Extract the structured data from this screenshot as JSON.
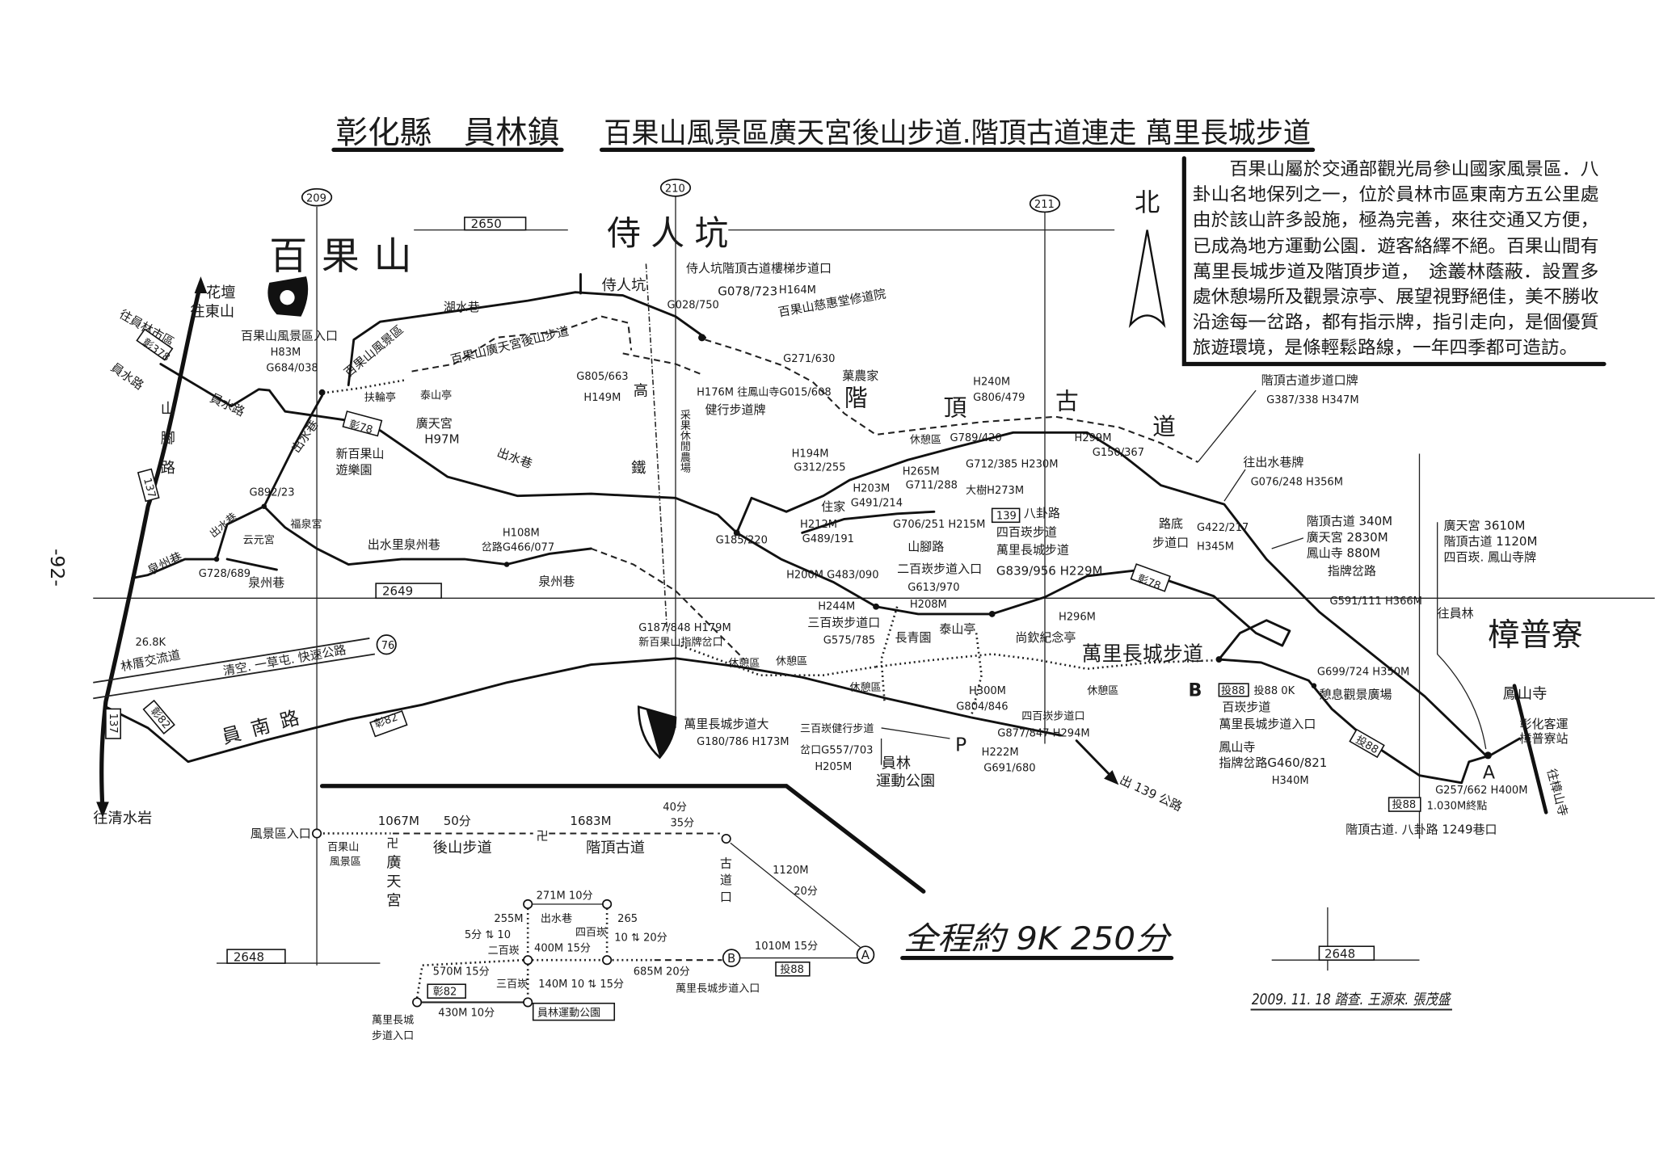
{
  "title": {
    "county": "彰化縣　員林鎮",
    "route": "百果山風景區廣天宮後山步道.階頂古道連走 萬里長城步道"
  },
  "info_box": {
    "lines": [
      "百果山屬於交通部觀光局參山國家風景區．八",
      "卦山名地保列之一，位於員林市區東南方五公里處",
      "由於該山許多設施，極為完善，來往交通又方便，",
      "已成為地方運動公園．遊客絡繹不絕。百果山間有",
      "萬里長城步道及階頂步道，　途叢林蔭蔽．設置多",
      "處休憩場所及觀景涼亭、展望視野絕佳，美不勝收",
      "沿途每一岔路，都有指示牌，指引走向，是個優質",
      "旅遊環境，是條輕鬆路線，一年四季都可造訪。"
    ]
  },
  "north_label": "北",
  "page_number": "-92-",
  "grid": {
    "v209": "209",
    "v210": "210",
    "v211": "211",
    "h2650": "2650",
    "h2649": "2649",
    "h2648_left": "2648",
    "h2648_right": "2648"
  },
  "places": {
    "baiguoshan": "百果山",
    "shirenkeng": "侍人坑",
    "shirenkeng_small": "侍人坑",
    "zhangpuliao": "樟普寮",
    "jieding": [
      "階",
      "頂",
      "古",
      "道"
    ],
    "huatan": [
      "花壇",
      "往東山"
    ],
    "to_yuanlin_city": "往員林市區",
    "to_qingshuiyan": "往清水岩",
    "to_yuanlin": "往員林",
    "to_zhangshan": "往樟山寺",
    "fengshan_temple": "鳳山寺",
    "bus_stop": [
      "彰化客運",
      "樟普寮站"
    ],
    "sports_park": [
      "員林",
      "運動公園"
    ],
    "parking": "P",
    "hsr": [
      "高",
      "鐵"
    ],
    "farm": "采果休閒農場",
    "guangtian": [
      "廣天宮",
      "H97M"
    ],
    "new_park": [
      "新百果山",
      "遊樂園"
    ],
    "fulun": "扶輪亭",
    "taishan": "泰山亭",
    "scenic_area": "百果山風景區",
    "cihui": "百果山慈惠堂修道院",
    "fruit_farm": "菓農家",
    "fuquan": "福泉宮",
    "yunyuan": "云元宮",
    "rest1": "休憩區",
    "rest2": "休憩區",
    "rest3": "休憩區",
    "rest4": "休憩區",
    "rest5": "休憩區",
    "changqing": "長青園",
    "taishan2": "泰山亭",
    "shangqin": "尚欽紀念亭",
    "residence": "住家",
    "big_tree": "大樹H273M",
    "plaza": "憩息觀景廣場",
    "marker_A": "A",
    "marker_B": "B"
  },
  "roads": {
    "r137_top": "137",
    "r137_bottom": "137",
    "shanjiao": [
      "山",
      "腳",
      "路"
    ],
    "shanjiao2": "山腳路",
    "yuanshui": "員水路",
    "yuanshui_left": "員水路",
    "zhang378": "彰378",
    "zhang78_a": "彰78",
    "zhang78_b": "彰78",
    "hushui": "湖水巷",
    "chushui_a": "出水巷",
    "chushui_b": "出水巷",
    "chushui_c": "出水巷",
    "chushui_li": "出水里泉州巷",
    "quanzhou_a": "泉州巷",
    "quanzhou_b": "泉州巷",
    "quanzhou_c": "泉州巷",
    "yuannan": "員南路",
    "zhang82_a": "彰82",
    "zhang82_b": "彰82",
    "expressway": "清空. 一草屯. 快速公路",
    "expressway_no": "76",
    "interchange": [
      "26.8K",
      "林厝交流道"
    ],
    "r139": "139",
    "bagua": "八卦路",
    "out139": "出 139 公路",
    "tou88_a": "投88",
    "tou88_b": "投88",
    "tou88_c": "投88",
    "back_trail": "百果山廣天宮後山步道",
    "great_wall": "萬里長城步道"
  },
  "waypoints": {
    "entrance": [
      "百果山風景區入口",
      "H83M",
      "G684/038"
    ],
    "g805": [
      "G805/663",
      "H149M"
    ],
    "g028": "G028/750",
    "stair_entry": [
      "侍人坑階頂古道樓梯步道口",
      "G078/723",
      "H164M"
    ],
    "g271": "G271/630",
    "hiking_sign": [
      "H176M 往鳳山寺G015/608",
      "健行步道牌"
    ],
    "g806": [
      "H240M",
      "G806/479"
    ],
    "g789": "G789/420",
    "g150": [
      "H299M",
      "G150/367"
    ],
    "trail_sign": [
      "階頂古道步道口牌",
      "G387/338  H347M"
    ],
    "chushui_sign": [
      "往出水巷牌",
      "G076/248  H356M"
    ],
    "road_end": [
      "路底",
      "步道口",
      "G422/217",
      "H345M"
    ],
    "fork_sign": [
      "階頂古道 340M",
      "廣天宮 2830M",
      "鳳山寺 880M",
      "指牌岔路",
      "G591/111  H366M"
    ],
    "a_sign": [
      "廣天宮 3610M",
      "階頂古道 1120M",
      "四百崁. 鳳山寺牌"
    ],
    "a_point": [
      "G257/662  H400M",
      "1.030M終點",
      "階頂古道. 八卦路 1249巷口"
    ],
    "g892": "G892/23",
    "g728": "G728/689",
    "g466": [
      "H108M",
      "岔路G466/077"
    ],
    "g312": [
      "H194M",
      "G312/255"
    ],
    "g491": [
      "H203M",
      "G491/214"
    ],
    "g711": [
      "H265M",
      "G711/288"
    ],
    "g712": "G712/385  H230M",
    "g706": "G706/251 H215M",
    "g185": "G185/220",
    "g489": [
      "H212M",
      "G489/191"
    ],
    "g483": "H200M G483/090",
    "sibaikan": [
      "四百崁步道",
      "萬里長城步道",
      "G839/956 H229M"
    ],
    "erbaikan": [
      "二百崁步道入口",
      "G613/970"
    ],
    "h208": "H208M",
    "h296": "H296M",
    "sanbaikan": [
      "H244M",
      "三百崁步道口",
      "G575/785"
    ],
    "g187": [
      "G187/848 H179M",
      "新百果山指牌岔口"
    ],
    "great_wall_big": [
      "萬里長城步道大",
      "G180/786  H173M"
    ],
    "sanbaikan_hike": [
      "三百崁健行步道",
      "岔口G557/703",
      "H205M"
    ],
    "g804": [
      "H300M",
      "G804/846"
    ],
    "sibaikan_entry": [
      "四百崁步道口",
      "G877/847 H294M"
    ],
    "g691": [
      "H222M",
      "G691/680"
    ],
    "b_point": [
      "投88 0K",
      "百崁步道",
      "萬里長城步道入口",
      "鳳山寺",
      "指牌岔路G460/821",
      "H340M"
    ],
    "g699": "G699/724 H350M"
  },
  "route_summary": {
    "start": "風景區入口",
    "start_sub": [
      "百果山",
      "風景區"
    ],
    "guangtian": [
      "卍",
      "廣",
      "天",
      "宮"
    ],
    "seg1_dist": "1067M",
    "seg1_time": "50分",
    "seg1_name": "後山步道",
    "seg2_dist": "1683M",
    "seg2_name": "階頂古道",
    "seg2_time_up": "40分",
    "seg2_time_down": "35分",
    "old_trail_exit": [
      "古",
      "道",
      "口"
    ],
    "seg3_dist": "1120M",
    "seg3_time": "20分",
    "a": "A",
    "b": "B",
    "seg_ab": "1010M  15分",
    "tou88": "投88",
    "seg_b": "685M  20分",
    "b_label": "萬里長城步道入口",
    "top": "271M 10分",
    "left_top": "255M",
    "chushui": "出水巷",
    "right_top": "265",
    "left_vert": "5分 ⇅ 10",
    "right_vert": "10 ⇅ 20分",
    "erbaikan": "二百崁",
    "sibaikan": "四百崁",
    "mid": "400M  15分",
    "left_mid": "570M  15分",
    "sanbaikan": "三百崁",
    "lower_vert": "140M 10 ⇅ 15分",
    "zhang82": "彰82",
    "bottom": "430M  10分",
    "park": "員林運動公園",
    "wall_entry": [
      "萬里長城",
      "步道入口"
    ]
  },
  "total": "全程約 9K 250分",
  "survey": "2009. 11. 18 踏查. 王源來. 張茂盛"
}
